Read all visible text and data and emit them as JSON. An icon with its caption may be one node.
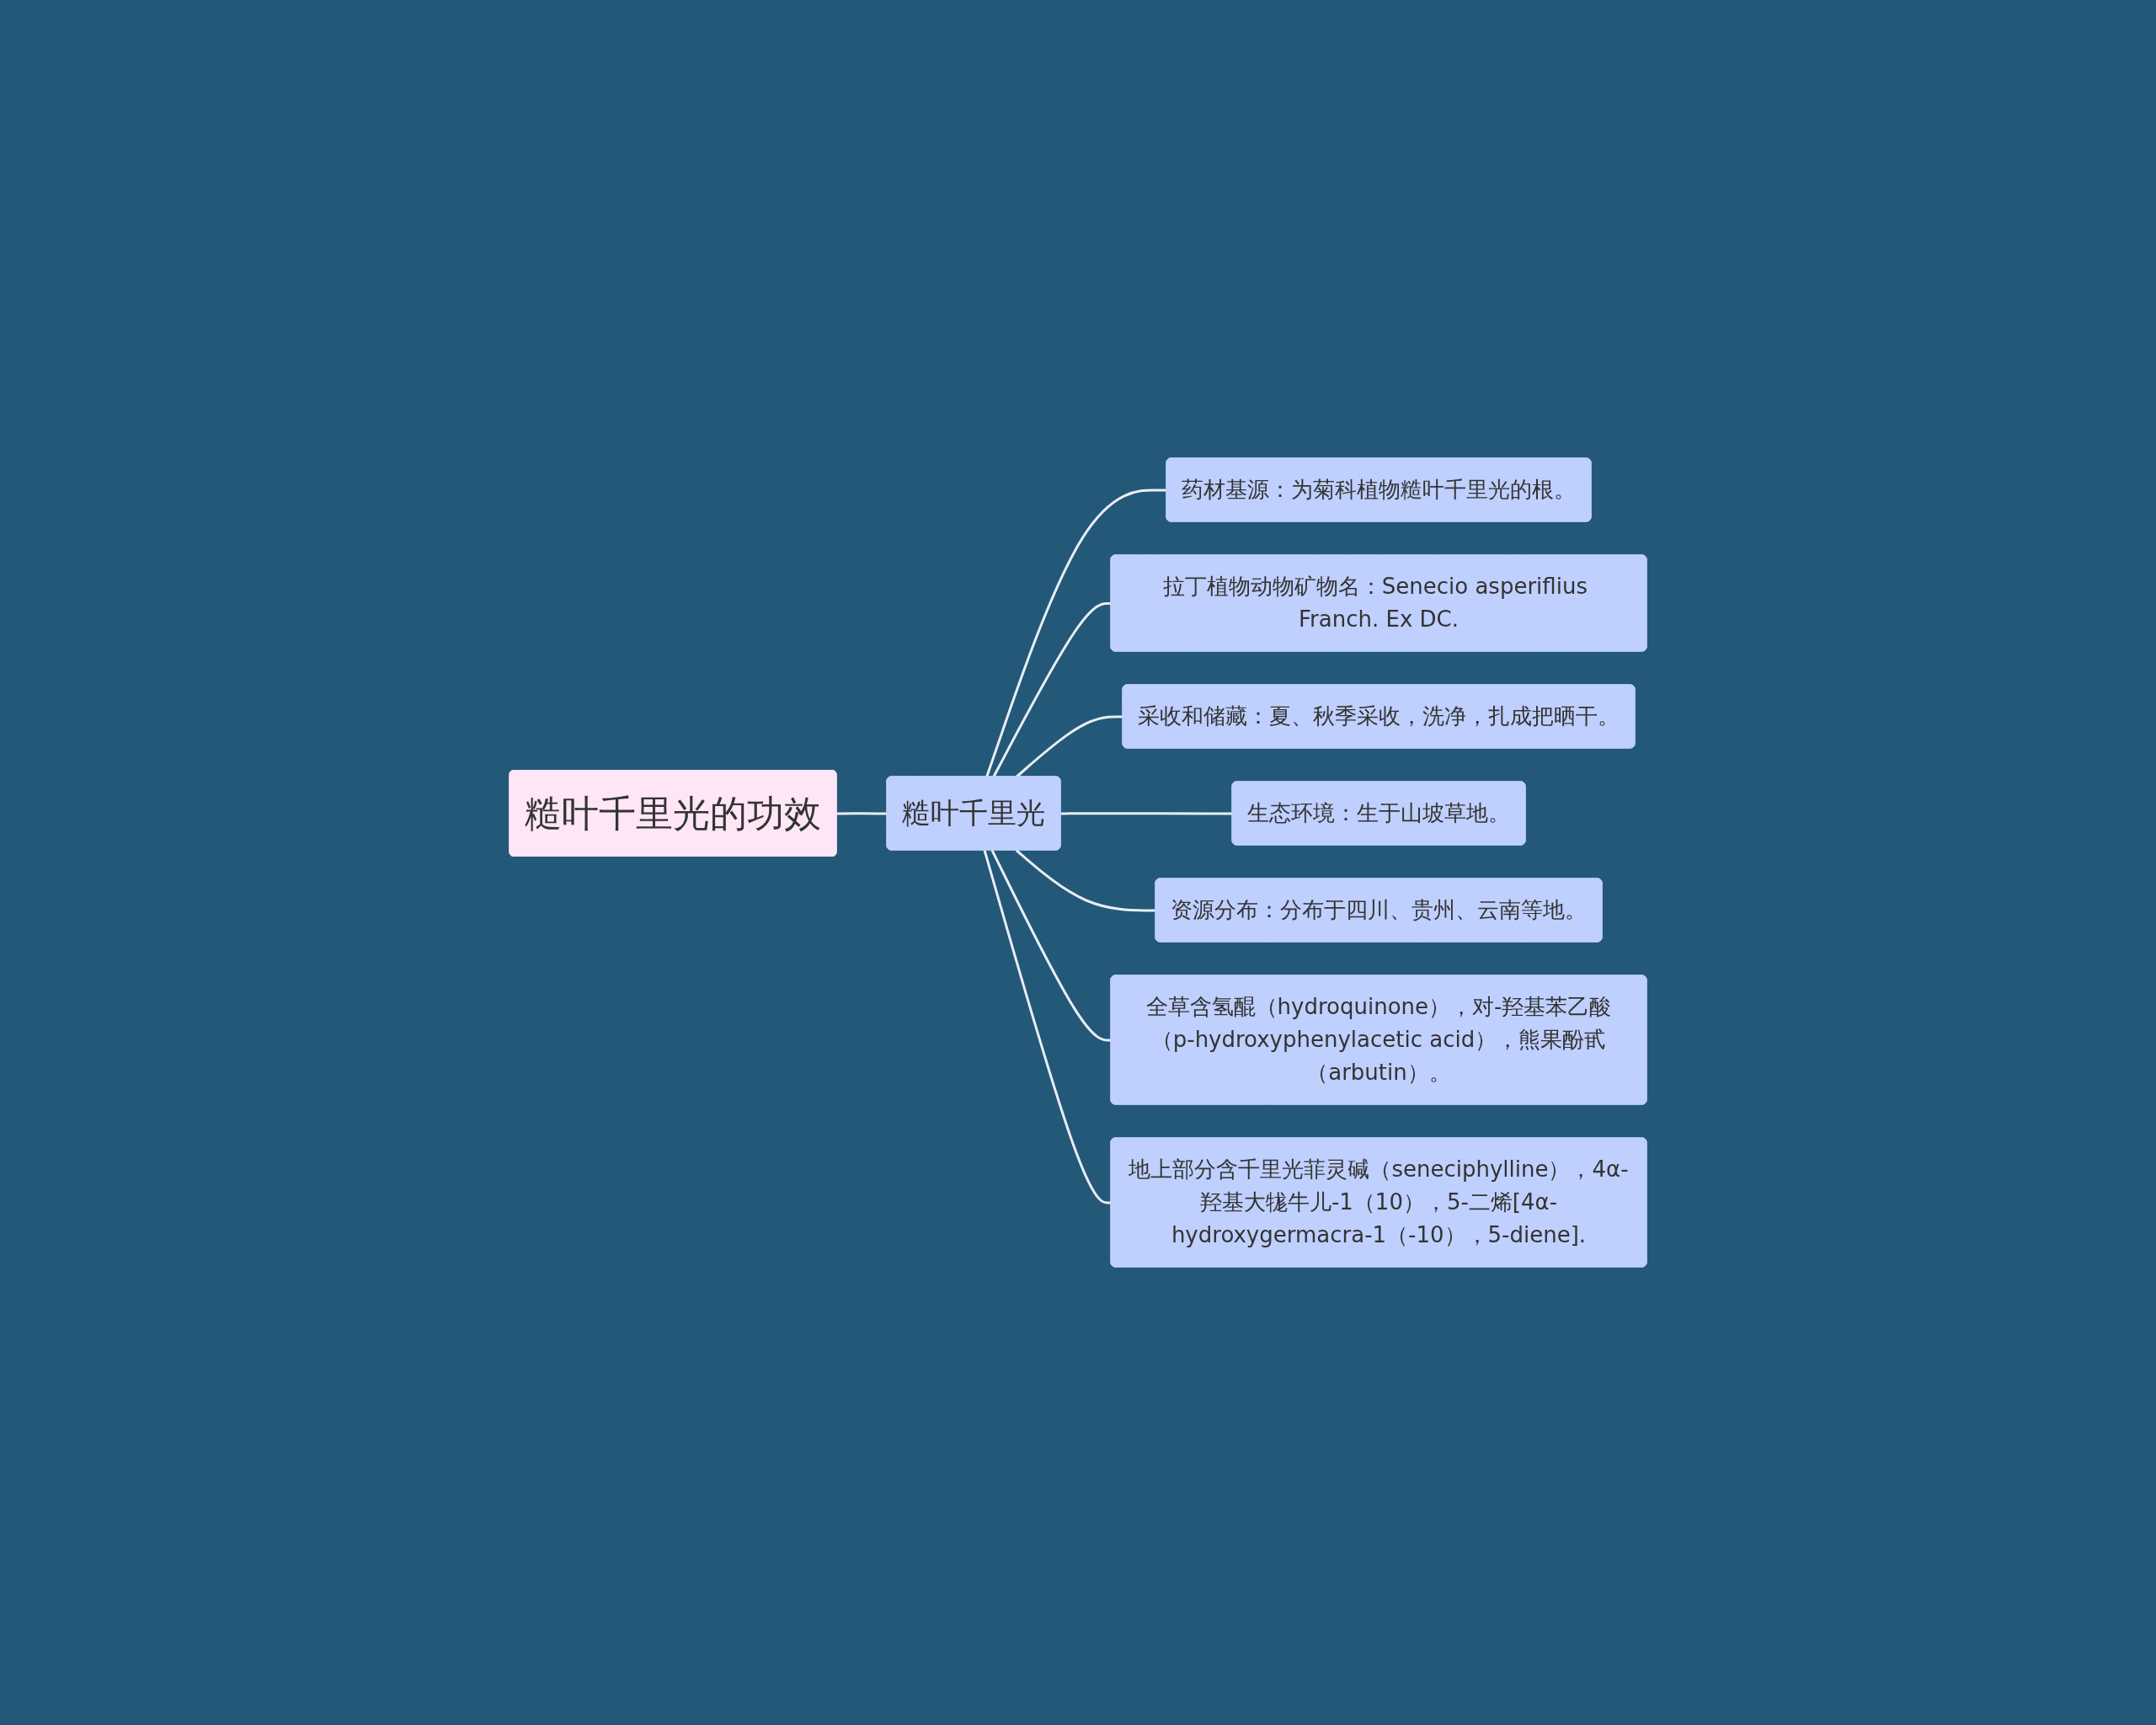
{
  "diagram": {
    "nodes": [
      {
        "text": [
          "糙叶千里光的功效"
        ]
      },
      {
        "text": [
          "糙叶千里光"
        ]
      },
      {
        "text": [
          "药材基源：为菊科植物糙叶千里光的根。"
        ]
      },
      {
        "text": [
          "拉丁植物动物矿物名：Senecio asperiflius Franch. Ex DC."
        ]
      },
      {
        "text": [
          "采收和储藏：夏、秋季采收，洗净，扎成把晒干。"
        ]
      },
      {
        "text": [
          "生态环境：生于山坡草地。"
        ]
      },
      {
        "text": [
          "资源分布：分布于四川、贵州、云南等地。"
        ]
      },
      {
        "text": [
          "全草含氢醌（hydroquinone），对-羟基苯乙酸（p-hydroxyphenylacetic acid），熊果酚甙（arbutin）。"
        ]
      },
      {
        "text": [
          "地上部分含千里光菲灵碱（seneciphylline），4α-羟基大牻牛儿-1（10），5-二烯[4α-hydroxygermacra-1（-10），5-diene]."
        ]
      }
    ],
    "edges": [
      {
        "from": 0,
        "to": 1,
        "arrow": "none"
      },
      {
        "from": 1,
        "to": 2,
        "arrow": "none"
      },
      {
        "from": 1,
        "to": 3,
        "arrow": "none"
      },
      {
        "from": 1,
        "to": 4,
        "arrow": "none"
      },
      {
        "from": 1,
        "to": 5,
        "arrow": "none"
      },
      {
        "from": 1,
        "to": 6,
        "arrow": "none"
      },
      {
        "from": 1,
        "to": 7,
        "arrow": "none"
      },
      {
        "from": 1,
        "to": 8,
        "arrow": "none"
      }
    ]
  }
}
